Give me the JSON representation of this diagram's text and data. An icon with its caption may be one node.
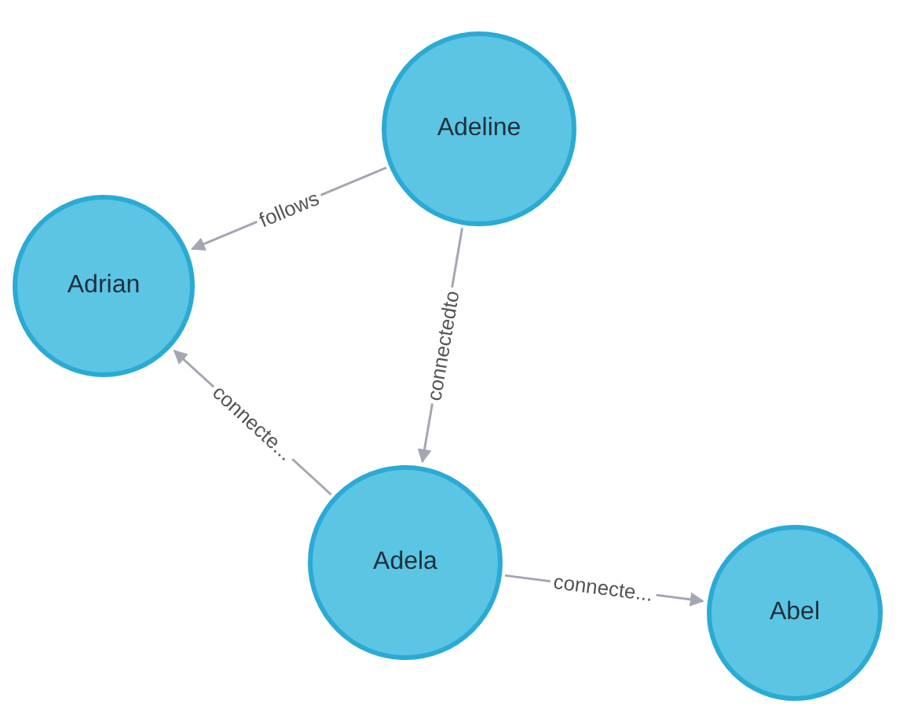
{
  "diagram": {
    "nodes": [
      {
        "text": [
          "Adeline"
        ]
      },
      {
        "text": [
          "Adrian"
        ]
      },
      {
        "text": [
          "Adela"
        ]
      },
      {
        "text": [
          "Abel"
        ]
      }
    ],
    "edges": [
      {
        "from": 0,
        "to": 1,
        "arrow": "to",
        "label": "follows"
      },
      {
        "from": 0,
        "to": 2,
        "arrow": "to",
        "label": "connectedto"
      },
      {
        "from": 2,
        "to": 1,
        "arrow": "to",
        "label": "connecte..."
      },
      {
        "from": 2,
        "to": 3,
        "arrow": "to",
        "label": "connecte..."
      }
    ]
  }
}
